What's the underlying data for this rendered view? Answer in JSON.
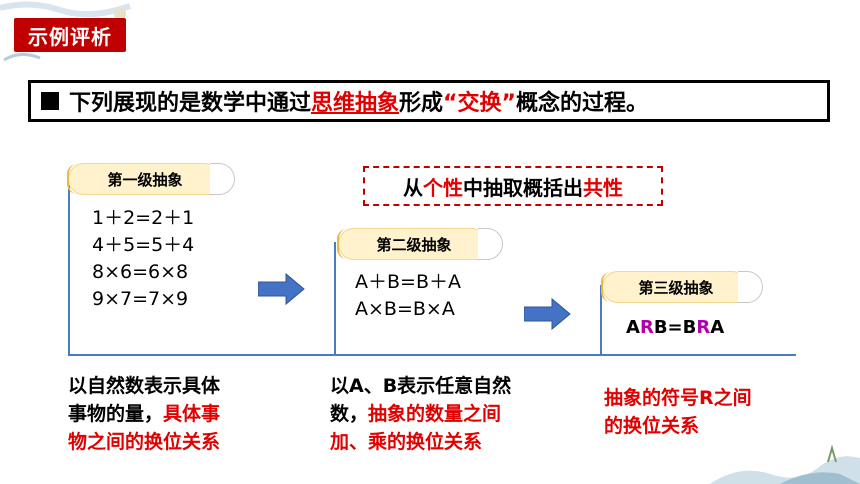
{
  "badge": "示例评析",
  "headline": {
    "part1": "下列展现的是数学中通过",
    "part2": "思维抽象",
    "part3": "形成",
    "part4": "“交换”",
    "part5": "概念",
    "part6": "的过程。"
  },
  "note": {
    "a": "从",
    "b": "个性",
    "c": "中抽取概括出",
    "d": "共性"
  },
  "levels": [
    {
      "title": "第一级抽象",
      "lines": [
        "1＋2=2＋1",
        "4＋5=5＋4",
        "8×6=6×8",
        "9×7=7×9"
      ]
    },
    {
      "title": "第二级抽象",
      "lines": [
        "A＋B=B＋A",
        "A×B=B×A"
      ]
    },
    {
      "title": "第三级抽象",
      "expr": {
        "a": "A",
        "r1": "R",
        "b": "B=B",
        "r2": "R",
        "c": "A"
      }
    }
  ],
  "captions": {
    "c1": {
      "l1": "以自然数表示具体",
      "l2a": "事物的量，",
      "l2b": "具体事",
      "l3": "物之间的换位关系"
    },
    "c2": {
      "l1": "以A、B表示任意自然",
      "l2a": "数，",
      "l2b": "抽象的数量之间",
      "l3": "加、乘的换位关系"
    },
    "c3": {
      "l1": "抽象的符号R之间",
      "l2": "的换位关系"
    }
  }
}
